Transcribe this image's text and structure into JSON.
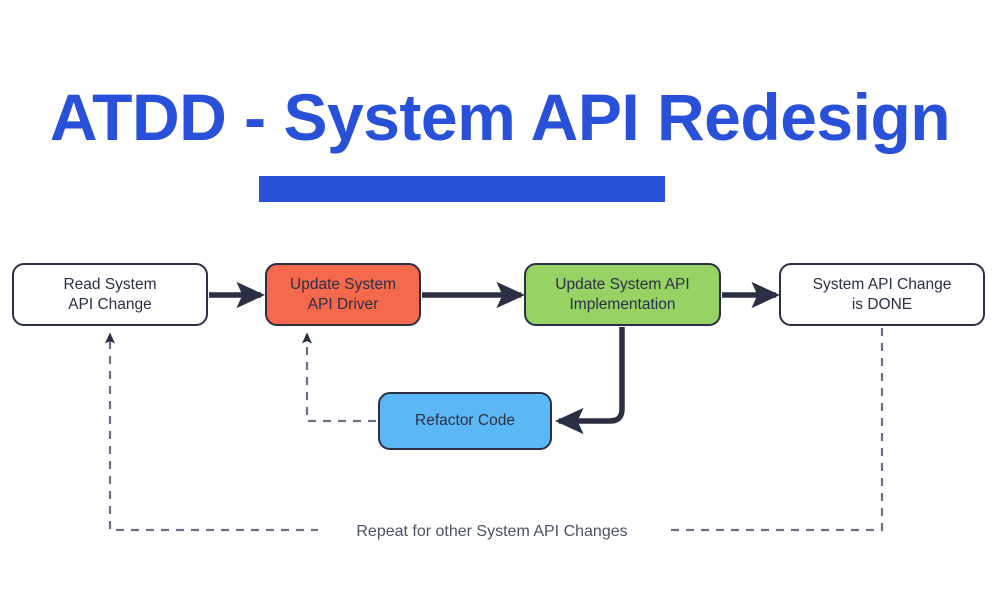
{
  "page": {
    "background_color": "#ffffff",
    "accent_color": "#2950d8"
  },
  "header": {
    "title": "ATDD - System API Redesign",
    "underline_color": "#2950d8"
  },
  "diagram": {
    "type": "flowchart",
    "nodes": [
      {
        "id": "read",
        "label": "Read System\nAPI Change",
        "fill": "#ffffff",
        "stroke": "#2b2f44"
      },
      {
        "id": "driver",
        "label": "Update System\nAPI Driver",
        "fill": "#f4684b",
        "stroke": "#2b2f44"
      },
      {
        "id": "impl",
        "label": "Update System API\nImplementation",
        "fill": "#96d264",
        "stroke": "#2b2f44"
      },
      {
        "id": "done",
        "label": "System API Change\nis DONE",
        "fill": "#ffffff",
        "stroke": "#2b2f44"
      },
      {
        "id": "refactor",
        "label": "Refactor Code",
        "fill": "#5bb8f5",
        "stroke": "#2b2f44"
      }
    ],
    "edges": [
      {
        "id": "read-to-driver",
        "from": "read",
        "to": "driver",
        "style": "solid",
        "arrow": true
      },
      {
        "id": "driver-to-impl",
        "from": "driver",
        "to": "impl",
        "style": "solid",
        "arrow": true
      },
      {
        "id": "impl-to-done",
        "from": "impl",
        "to": "done",
        "style": "solid",
        "arrow": true
      },
      {
        "id": "impl-to-refactor",
        "from": "impl",
        "to": "refactor",
        "style": "solid",
        "arrow": true
      },
      {
        "id": "refactor-to-driver",
        "from": "refactor",
        "to": "driver",
        "style": "dashed",
        "arrow": true
      },
      {
        "id": "done-to-read",
        "from": "done",
        "to": "read",
        "style": "dashed",
        "arrow": true,
        "label": "Repeat for other System API Changes"
      }
    ],
    "edge_color": "#2b2f44",
    "dashed_edge_color": "#6b7183",
    "repeat_label": "Repeat for other System API Changes"
  }
}
